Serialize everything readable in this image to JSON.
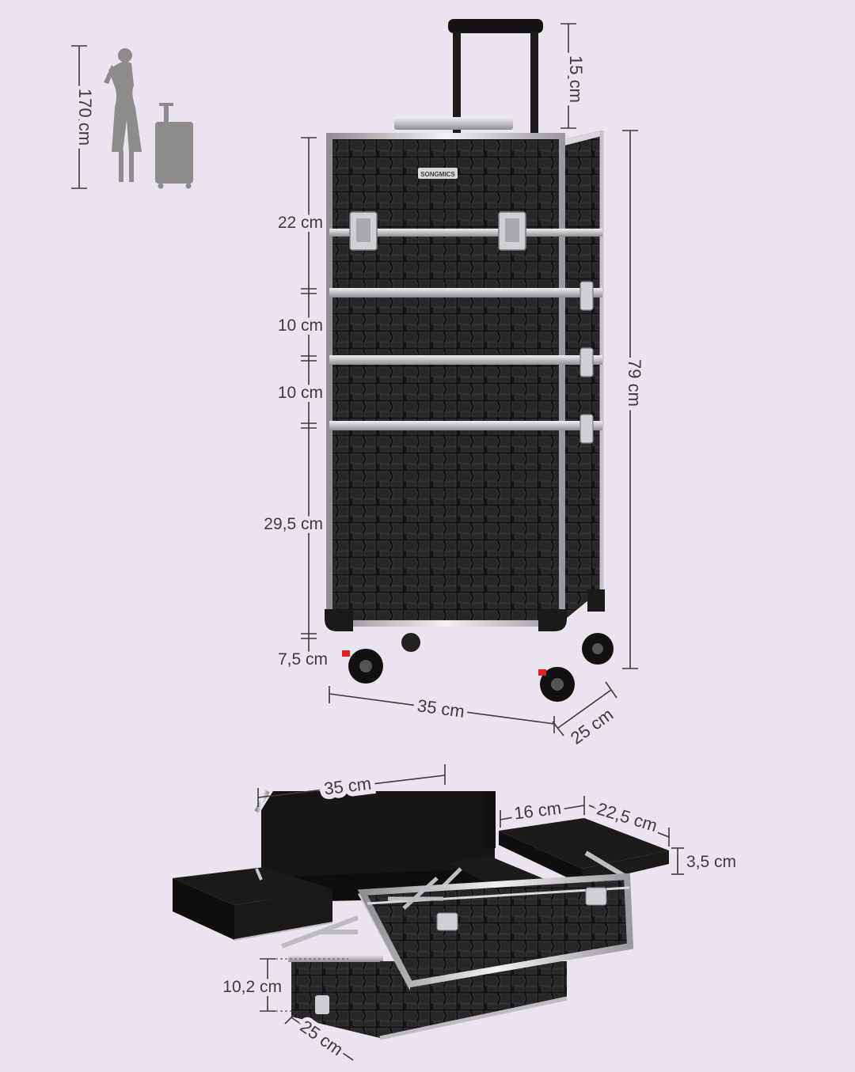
{
  "brand": "SONGMICS",
  "reference": {
    "height_label": "170 cm"
  },
  "trolley": {
    "handle_label": "15 cm",
    "total_height_label": "79 cm",
    "tier1_label": "22 cm",
    "tier2_label": "10 cm",
    "tier3_label": "10 cm",
    "tier4_label": "29,5 cm",
    "wheel_label": "7,5 cm",
    "width_label": "35 cm",
    "depth_label": "25 cm"
  },
  "open_case": {
    "width_label": "35 cm",
    "tray_width_label": "16 cm",
    "tray_length_label": "22,5 cm",
    "tray_depth_label": "3,5 cm",
    "drawer_height_label": "10,2 cm",
    "depth_label": "25 cm"
  },
  "colors": {
    "background": "#e9e4ee",
    "case_black": "#141414",
    "aluminum": "#c9c9cc",
    "silhouette": "#8c8c8c"
  }
}
